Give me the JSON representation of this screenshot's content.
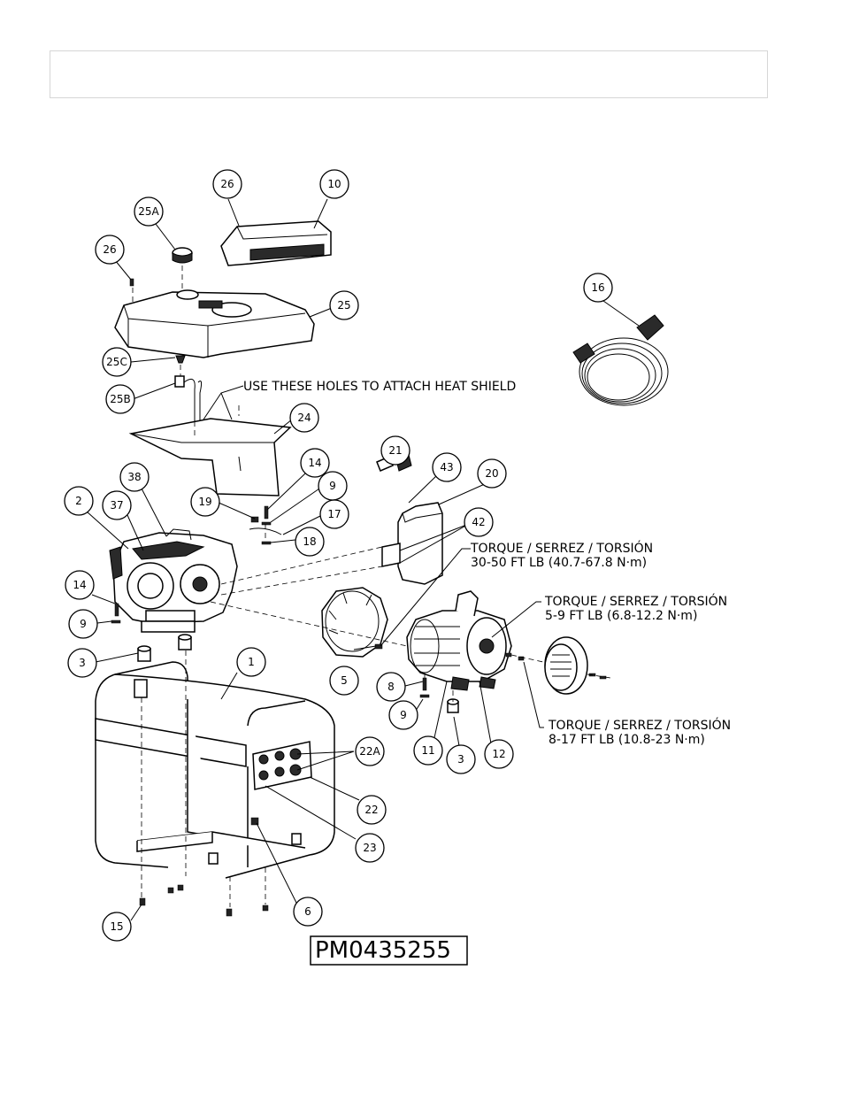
{
  "header": {
    "text": ""
  },
  "callouts": [
    {
      "id": "c-26a",
      "label": "26"
    },
    {
      "id": "c-10",
      "label": "10"
    },
    {
      "id": "c-25a",
      "label": "25A"
    },
    {
      "id": "c-26b",
      "label": "26"
    },
    {
      "id": "c-25",
      "label": "25"
    },
    {
      "id": "c-25c",
      "label": "25C"
    },
    {
      "id": "c-25b",
      "label": "25B"
    },
    {
      "id": "c-24",
      "label": "24"
    },
    {
      "id": "c-16",
      "label": "16"
    },
    {
      "id": "c-21",
      "label": "21"
    },
    {
      "id": "c-43",
      "label": "43"
    },
    {
      "id": "c-20",
      "label": "20"
    },
    {
      "id": "c-42",
      "label": "42"
    },
    {
      "id": "c-14a",
      "label": "14"
    },
    {
      "id": "c-9a",
      "label": "9"
    },
    {
      "id": "c-19",
      "label": "19"
    },
    {
      "id": "c-17",
      "label": "17"
    },
    {
      "id": "c-18",
      "label": "18"
    },
    {
      "id": "c-38",
      "label": "38"
    },
    {
      "id": "c-2",
      "label": "2"
    },
    {
      "id": "c-37",
      "label": "37"
    },
    {
      "id": "c-14b",
      "label": "14"
    },
    {
      "id": "c-9b",
      "label": "9"
    },
    {
      "id": "c-3a",
      "label": "3"
    },
    {
      "id": "c-1",
      "label": "1"
    },
    {
      "id": "c-5",
      "label": "5"
    },
    {
      "id": "c-8",
      "label": "8"
    },
    {
      "id": "c-9c",
      "label": "9"
    },
    {
      "id": "c-11",
      "label": "11"
    },
    {
      "id": "c-3b",
      "label": "3"
    },
    {
      "id": "c-12",
      "label": "12"
    },
    {
      "id": "c-22a",
      "label": "22A"
    },
    {
      "id": "c-22",
      "label": "22"
    },
    {
      "id": "c-23",
      "label": "23"
    },
    {
      "id": "c-6",
      "label": "6"
    },
    {
      "id": "c-15",
      "label": "15"
    }
  ],
  "notes": {
    "heat_shield": "USE THESE HOLES TO ATTACH HEAT SHIELD",
    "torque1_line1": "TORQUE / SERREZ / TORSIÓN",
    "torque1_line2": "30-50 FT LB (40.7-67.8 N·m)",
    "torque2_line1": "TORQUE / SERREZ / TORSIÓN",
    "torque2_line2": "5-9 FT LB (6.8-12.2 N·m)",
    "torque3_line1": "TORQUE / SERREZ / TORSIÓN",
    "torque3_line2": "8-17 FT LB (10.8-23 N·m)"
  },
  "model_number": "PM0435255"
}
